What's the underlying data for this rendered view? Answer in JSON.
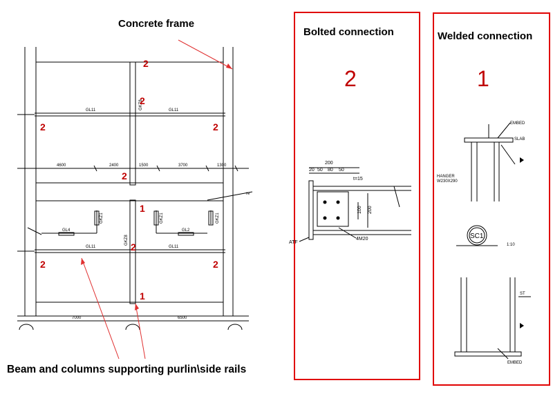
{
  "headings": {
    "concrete_frame": "Concrete frame",
    "beam_columns": "Beam and columns supporting purlin\\side rails"
  },
  "panels": {
    "bolted": {
      "title": "Bolted connection",
      "number": "2"
    },
    "welded": {
      "title": "Welded connection",
      "number": "1"
    }
  },
  "elevation": {
    "markers_2": [
      "2",
      "2",
      "2",
      "2",
      "2",
      "2",
      "2",
      "2"
    ],
    "markers_1": [
      "1",
      "1"
    ],
    "beam_labels": [
      "GL11",
      "GL11",
      "GL11",
      "GL11"
    ],
    "column_labels": [
      "GKZ8",
      "GKZ8",
      "GKZ1",
      "GKZ1",
      "GKZ1"
    ],
    "small_labels": [
      "GL4",
      "GL2"
    ],
    "top_dims": [
      "4600",
      "2400",
      "1500",
      "3700",
      "1300"
    ],
    "bottom_dims": [
      "7000",
      "6500"
    ],
    "side_label": "re"
  },
  "bolted_detail": {
    "dim_top": "200",
    "dim_row": [
      "20",
      "50",
      "80",
      "50"
    ],
    "plate": "t=15",
    "dim_v1": "100",
    "dim_v2": "200",
    "bolts": "4M20",
    "left_label": "ATF"
  },
  "welded_detail": {
    "embed": "EMBED",
    "slab": "SLAB",
    "hanger": "HANGER",
    "hanger_size": "W230X290",
    "section_tag": "SC1",
    "scale": "1:10",
    "st": "ST",
    "bottom": "EMBED"
  },
  "colors": {
    "marker": "#c00000",
    "box": "#e00000",
    "leader": "#e03030"
  }
}
